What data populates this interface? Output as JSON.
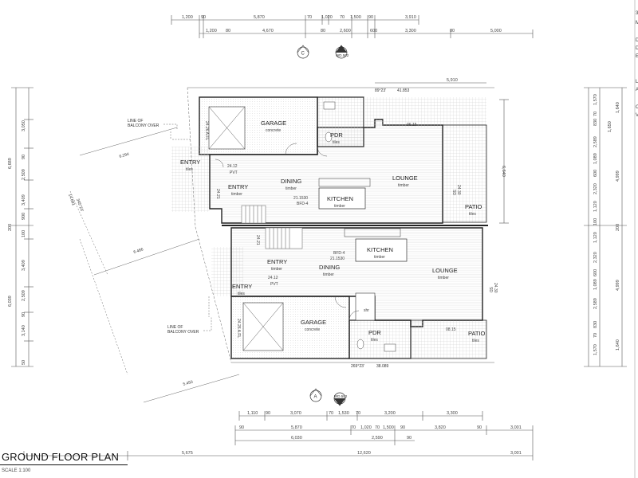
{
  "title": "GROUND FLOOR PLAN",
  "scale": "SCALE 1:100",
  "top_dims": {
    "row1": [
      "1,200",
      "90",
      "5,870",
      "70",
      "1,020",
      "70",
      "1,500",
      "90",
      "3,910"
    ],
    "row2": [
      "1,200",
      "80",
      "4,670",
      "80",
      "2,600",
      "600",
      "3,300",
      "80",
      "5,000"
    ]
  },
  "bottom_dims": {
    "row1": [
      "1,110",
      "90",
      "3,070",
      "70",
      "1,530",
      "70",
      "3,200",
      "3,300"
    ],
    "row2": [
      "90",
      "5,870",
      "70",
      "1,020",
      "70",
      "1,500",
      "90",
      "3,820",
      "90",
      "3,001"
    ],
    "row3": [
      "6,030",
      "2,590",
      "90"
    ],
    "row4": [
      "5,675",
      "12,620",
      "3,001"
    ]
  },
  "left_dims": {
    "outer": [
      "6,689",
      "200",
      "6,039"
    ],
    "inner": [
      "3,050",
      "90",
      "2,509",
      "3,409",
      "900",
      "100",
      "3,409",
      "2,509",
      "90",
      "3,140",
      "50"
    ]
  },
  "right_dims": {
    "inner": [
      "1,570",
      "70",
      "830",
      "2,589",
      "1,089",
      "600",
      "2,320",
      "1,120",
      "100",
      "1,120",
      "2,320",
      "600",
      "1,089",
      "2,589",
      "830",
      "70",
      "1,570"
    ],
    "outer": [
      "1,640",
      "4,999",
      "200",
      "4,999",
      "1,640"
    ],
    "extra": [
      "1,650",
      "6,640",
      "5,910"
    ]
  },
  "section_markers": {
    "top_c": "C",
    "top_a": "A",
    "top_a_ref": "WD.502",
    "bottom_a": "A",
    "bottom_a_ref": "WD.502"
  },
  "bearings": {
    "top": "89°23'",
    "top_len": "41.853",
    "bottom": "269°23'",
    "bottom_len": "38.089",
    "left": "345°23'",
    "left_len": "14.681"
  },
  "boundary_dims": [
    "6.294",
    "6.486",
    "5.450"
  ],
  "notes": {
    "balcony_top_1": "LINE OF",
    "balcony_top_2": "BALCONY OVER",
    "balcony_bot_1": "LINE OF",
    "balcony_bot_2": "BALCONY OVER"
  },
  "unit_a": {
    "garage": "GARAGE",
    "garage_sub": "concrete",
    "entry_out": "ENTRY",
    "entry_out_sub": "tiles",
    "entry_in": "ENTRY",
    "entry_in_sub": "timber",
    "pvt": "PVT",
    "pvt_rl": "24.12",
    "pdr": "PDR",
    "pdr_sub": "tiles",
    "dining": "DINING",
    "dining_sub": "timber",
    "kitchen": "KITCHEN",
    "kitchen_sub": "timber",
    "lounge": "LOUNGE",
    "lounge_sub": "timber",
    "patio": "PATIO",
    "patio_sub": "tiles",
    "sd": "SD",
    "sd_rl": "24.30",
    "bfd": "BFD-4",
    "bfd_rl": "21.1530",
    "rl_garage": "24.26 A.FL",
    "rl_entry": "24.21",
    "rl_patio": "06.15"
  },
  "unit_b": {
    "garage": "GARAGE",
    "garage_sub": "concrete",
    "entry_out": "ENTRY",
    "entry_out_sub": "tiles",
    "entry_in": "ENTRY",
    "entry_in_sub": "timber",
    "pvt": "PVT",
    "pvt_rl": "24.12",
    "pdr": "PDR",
    "pdr_sub": "tiles",
    "dining": "DINING",
    "dining_sub": "timber",
    "kitchen": "KITCHEN",
    "kitchen_sub": "timber",
    "lounge": "LOUNGE",
    "lounge_sub": "timber",
    "patio": "PATIO",
    "patio_sub": "tiles",
    "sd": "SD",
    "sd_rl": "24.30",
    "bfd": "BFD-4",
    "bfd_rl": "21.1530",
    "rl_garage": "24.26 A.FL",
    "rl_entry": "24.21",
    "rl_patio": "08.15",
    "shr": "shr"
  },
  "right_titleblock": [
    "3/",
    "M",
    "D",
    "D",
    "E",
    "L",
    "A",
    "C",
    "V"
  ]
}
